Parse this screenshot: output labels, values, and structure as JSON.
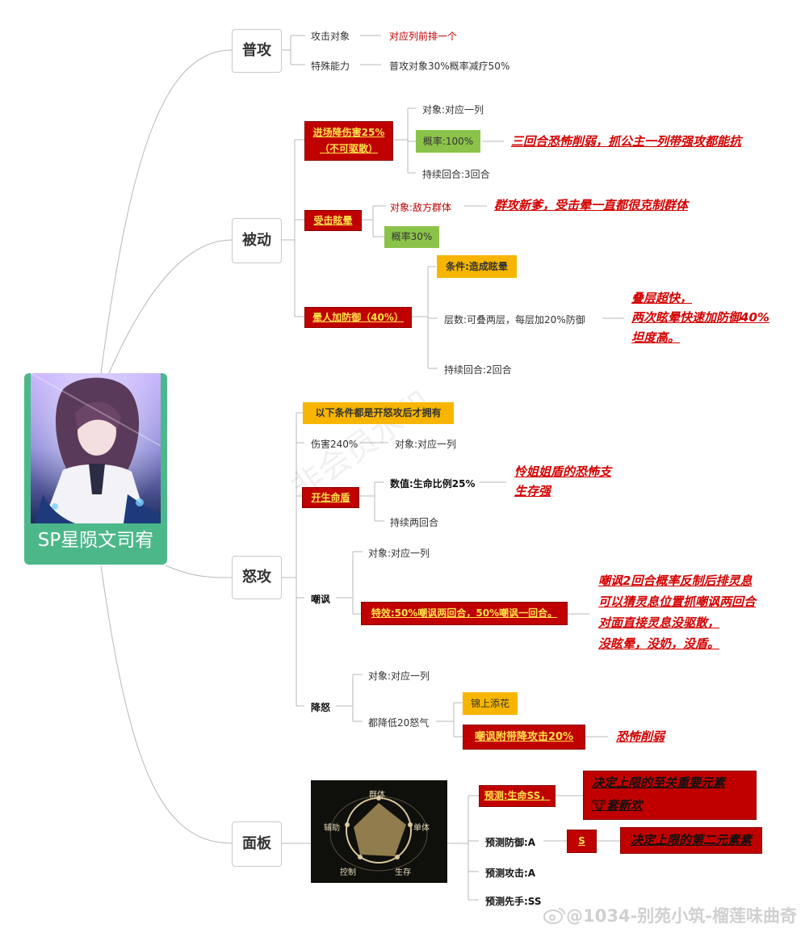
{
  "root": {
    "label": "SP星陨文司宥"
  },
  "branches": {
    "normal": {
      "label": "普攻",
      "target_label": "攻击对象",
      "target_value": "对应列前排一个",
      "special_label": "特殊能力",
      "special_value": "普攻对象30%概率减疗50%"
    },
    "passive": {
      "label": "被动",
      "entry": {
        "label_line1": "进场降伤害25%",
        "label_line2": "（不可驱散）",
        "target": "对象:对应一列",
        "rate": "概率:100%",
        "duration": "持续回合:3回合",
        "note": "三回合恐怖削弱，抓公主一列带强攻都能抗"
      },
      "stun": {
        "label": "受击眩晕",
        "target": "对象:敌方群体",
        "rate": "概率30%",
        "note": "群攻新爹，受击晕一直都很克制群体"
      },
      "defense": {
        "label": "晕人加防御（40%）",
        "condition": "条件:造成眩晕",
        "stacks": "层数:可叠两层，每层加20%防御",
        "duration": "持续回合:2回合",
        "note_lines": [
          "叠层超快，",
          "两次眩晕快速加防御40%",
          "坦度高。"
        ]
      }
    },
    "rage": {
      "label": "怒攻",
      "condition_note": "以下条件都是开怒攻后才拥有",
      "damage": {
        "label": "伤害240%",
        "target": "对象:对应一列"
      },
      "shield": {
        "label": "开生命盾",
        "value": "数值:生命比例25%",
        "duration": "持续两回合",
        "note_lines": [
          "怜姐姐盾的恐怖支",
          "生存强"
        ]
      },
      "taunt": {
        "label": "嘲讽",
        "target": "对象:对应一列",
        "effect": "特效:50%嘲讽两回合，50%嘲讽一回合。",
        "note_lines": [
          "嘲讽2回合概率反制后排灵息",
          "可以猜灵息位置抓嘲讽两回合",
          "对面直接灵息没驱散，",
          "没眩晕，没奶，没盾。"
        ]
      },
      "reduce": {
        "label": "降怒",
        "target": "对象:对应一列",
        "amount": "都降低20怒气",
        "bonus": "锦上添花",
        "extra": "嘲讽附带降攻击20%",
        "note": "恐怖削弱"
      }
    },
    "panel": {
      "label": "面板",
      "chart_labels": {
        "top": "群体",
        "left": "辅助",
        "right": "单体",
        "bottom_left": "控制",
        "bottom_right": "生存"
      },
      "hp": "预测:生命SS，",
      "hp_note_lines": [
        "决定上限的至关重要元素",
        "套新欢"
      ],
      "defense": "预测防御:A",
      "defense_grade": "S",
      "defense_note": "决定上限的第二元素素",
      "attack": "预测攻击:A",
      "speed": "预测先手:SS"
    }
  },
  "watermark": {
    "diagonal": "非会员水印",
    "handle": "@1034-别苑小筑-榴莲味曲奇"
  }
}
